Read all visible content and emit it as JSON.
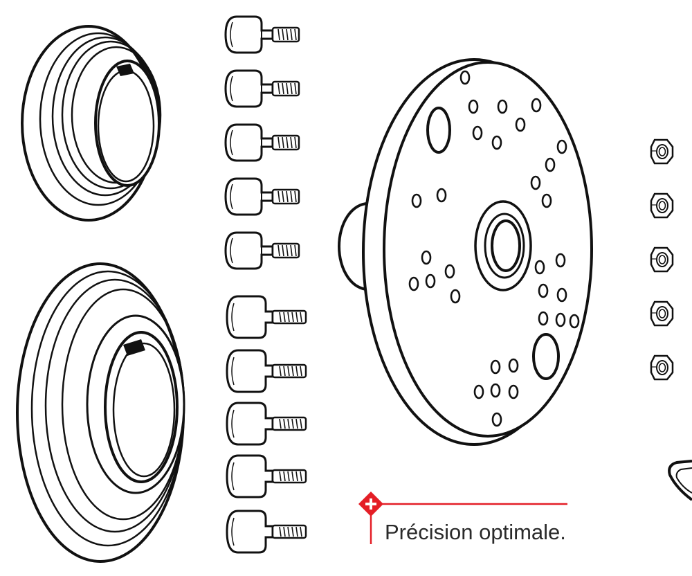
{
  "caption": {
    "text": "Précision optimale.",
    "icon": "swiss-cross-icon",
    "accent_color": "#e41e26"
  },
  "parts": {
    "rings": {
      "count": 2,
      "icon": "bearing-ring-icon"
    },
    "studs_short_threaded": {
      "count": 5,
      "icon": "threaded-stud-icon"
    },
    "studs_long_threaded": {
      "count": 5,
      "icon": "threaded-stud-icon"
    },
    "flange_plate": {
      "count": 1,
      "icon": "flange-plate-icon"
    },
    "nuts": {
      "count": 5,
      "icon": "hex-nut-icon"
    }
  },
  "colors": {
    "line": "#111111",
    "background": "#ffffff"
  }
}
